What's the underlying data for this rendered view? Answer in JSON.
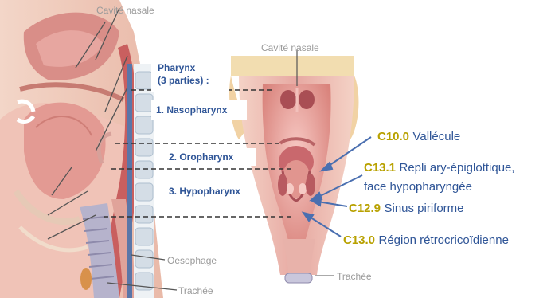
{
  "labels": {
    "nasal_cavity_left": "Cavité nasale",
    "nasal_cavity_right": "Cavité nasale",
    "pharynx_title_line1": "Pharynx",
    "pharynx_title_line2": "(3 parties) :",
    "nasopharynx": "1. Nasopharynx",
    "oropharynx": "2. Oropharynx",
    "hypopharynx": "3. Hypopharynx",
    "oesophagus": "Oesophage",
    "trachea_left": "Trachée",
    "trachea_right": "Trachée"
  },
  "codes": [
    {
      "code": "C10.0",
      "text": "Vallécule"
    },
    {
      "code": "C13.1",
      "text": "Repli ary-épiglottique,",
      "text2": "face hypopharyngée"
    },
    {
      "code": "C12.9",
      "text": "Sinus piriforme"
    },
    {
      "code": "C13.0",
      "text": "Région rétrocricoïdienne"
    }
  ],
  "colors": {
    "code": "#b8a100",
    "label_blue": "#2f5597",
    "arrow": "#4a6fb0",
    "tissue_pink": "#e8a3a0",
    "tissue_dark": "#c96a6a"
  }
}
